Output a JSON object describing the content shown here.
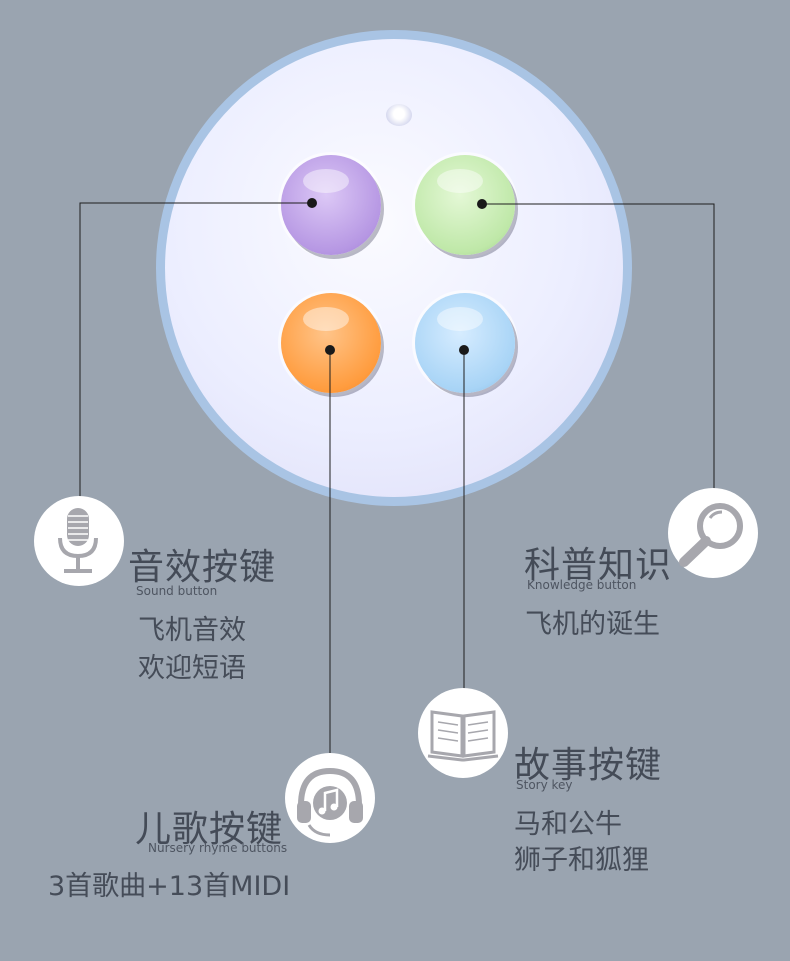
{
  "sections": {
    "sound": {
      "title": "音效按键",
      "subtitle": "Sound button",
      "lines": [
        "飞机音效",
        "欢迎短语"
      ],
      "icon": "microphone-icon"
    },
    "knowledge": {
      "title": "科普知识",
      "subtitle": "Knowledge button",
      "lines": [
        "飞机的诞生"
      ],
      "icon": "magnifier-icon"
    },
    "story": {
      "title": "故事按键",
      "subtitle": "Story key",
      "lines": [
        "马和公牛",
        "狮子和狐狸"
      ],
      "icon": "book-icon"
    },
    "nursery": {
      "title": "儿歌按键",
      "subtitle": "Nursery rhyme buttons",
      "lines": [
        "3首歌曲+13首MIDI"
      ],
      "icon": "headphones-music-icon"
    }
  },
  "buttons": [
    {
      "name": "purple-button",
      "color": "#b697e3"
    },
    {
      "name": "green-button",
      "color": "#bfe8a8"
    },
    {
      "name": "orange-button",
      "color": "#ff9c3e"
    },
    {
      "name": "blue-button",
      "color": "#a8d4f6"
    }
  ],
  "colors": {
    "background": "#9aa4b0",
    "ring": "#a9c4e4",
    "text": "#444b57"
  }
}
